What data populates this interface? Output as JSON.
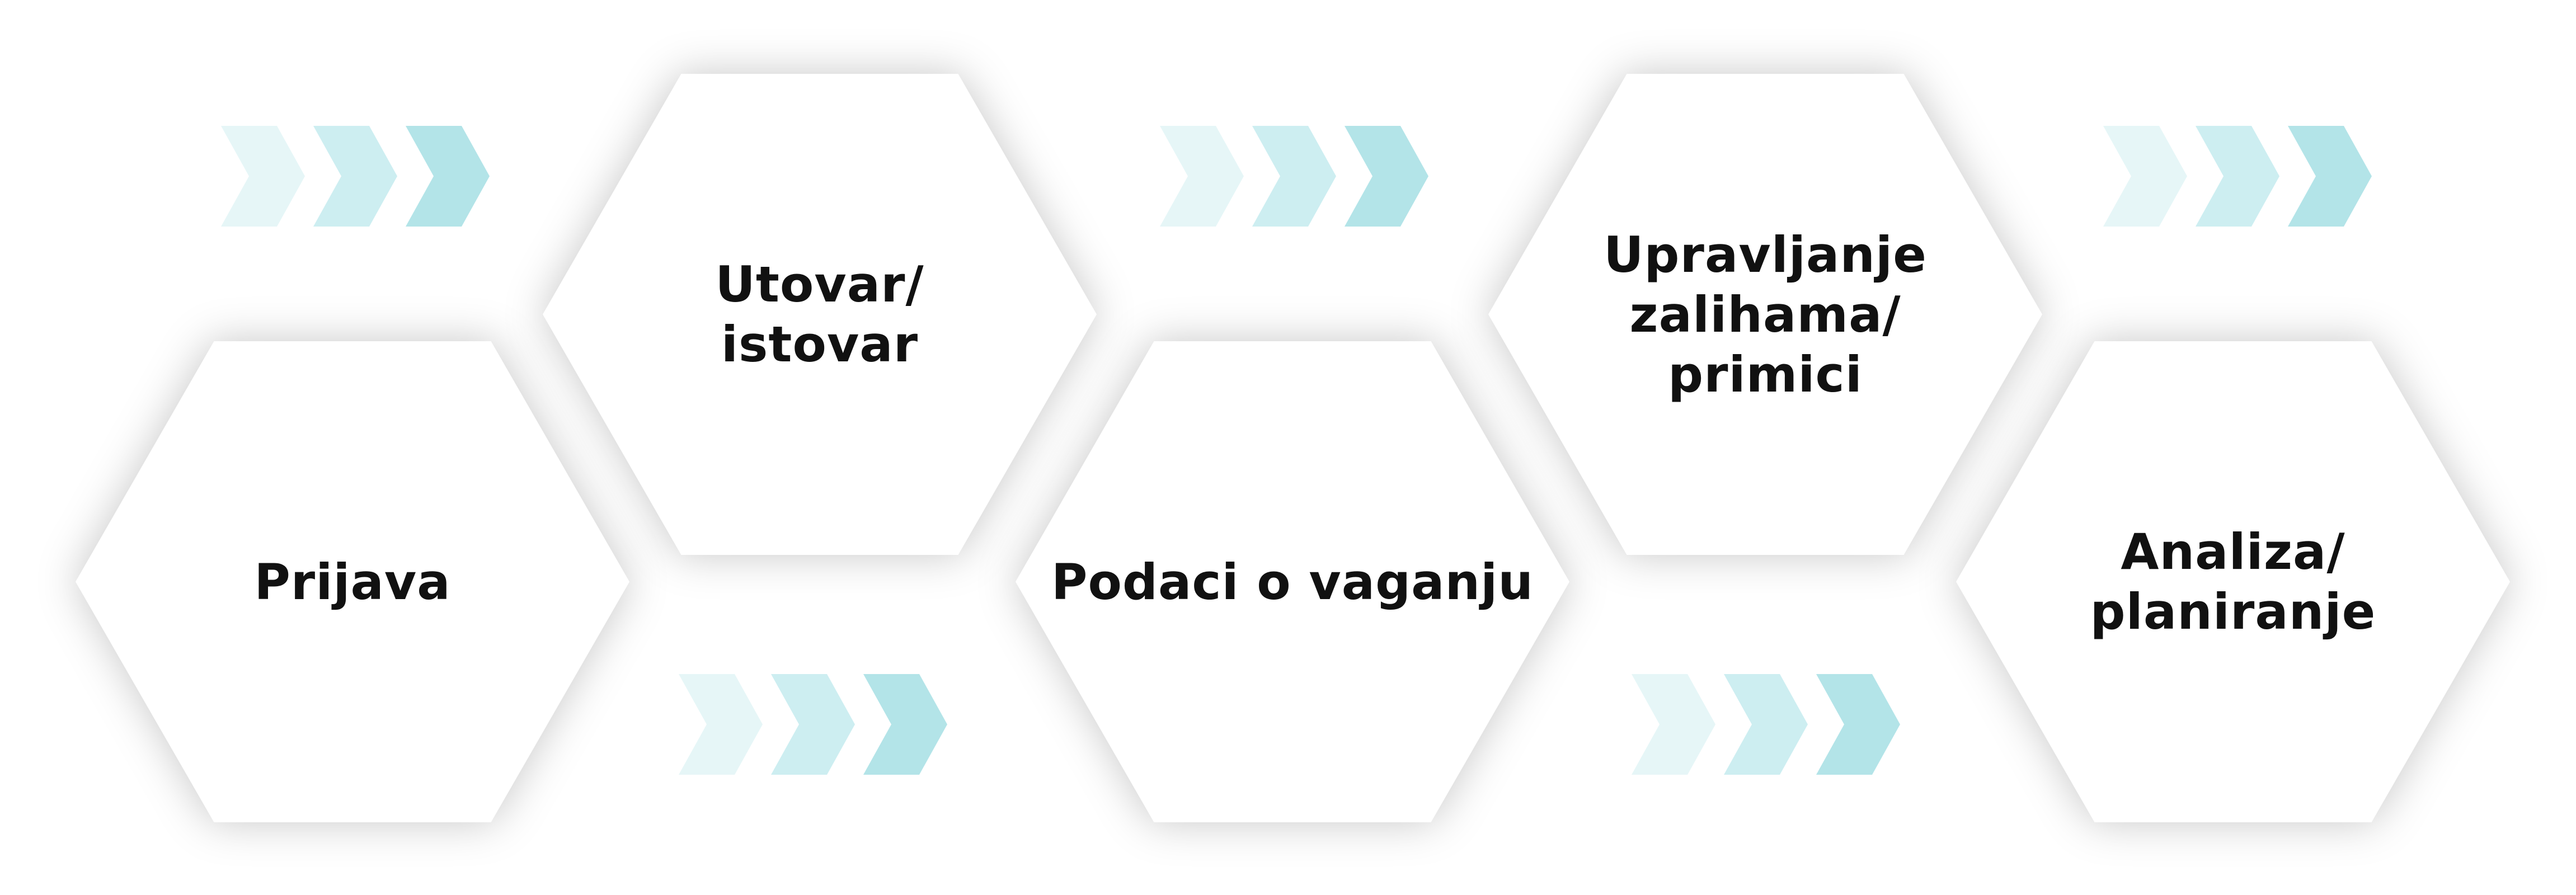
{
  "steps": [
    {
      "label": "Prijava"
    },
    {
      "label": "Utovar/\nistovar"
    },
    {
      "label": "Podaci o vaganju"
    },
    {
      "label": "Upravljanje\nzalihama/\nprimici"
    },
    {
      "label": "Analiza/\nplaniranje"
    }
  ],
  "colors": {
    "hex_fill": "#ffffff",
    "text": "#111111",
    "chevron_light": "#e6f6f7",
    "chevron_mid": "#cdeef1",
    "chevron_dark": "#b3e4e8"
  },
  "icons": [
    "chevron-right-icon"
  ]
}
